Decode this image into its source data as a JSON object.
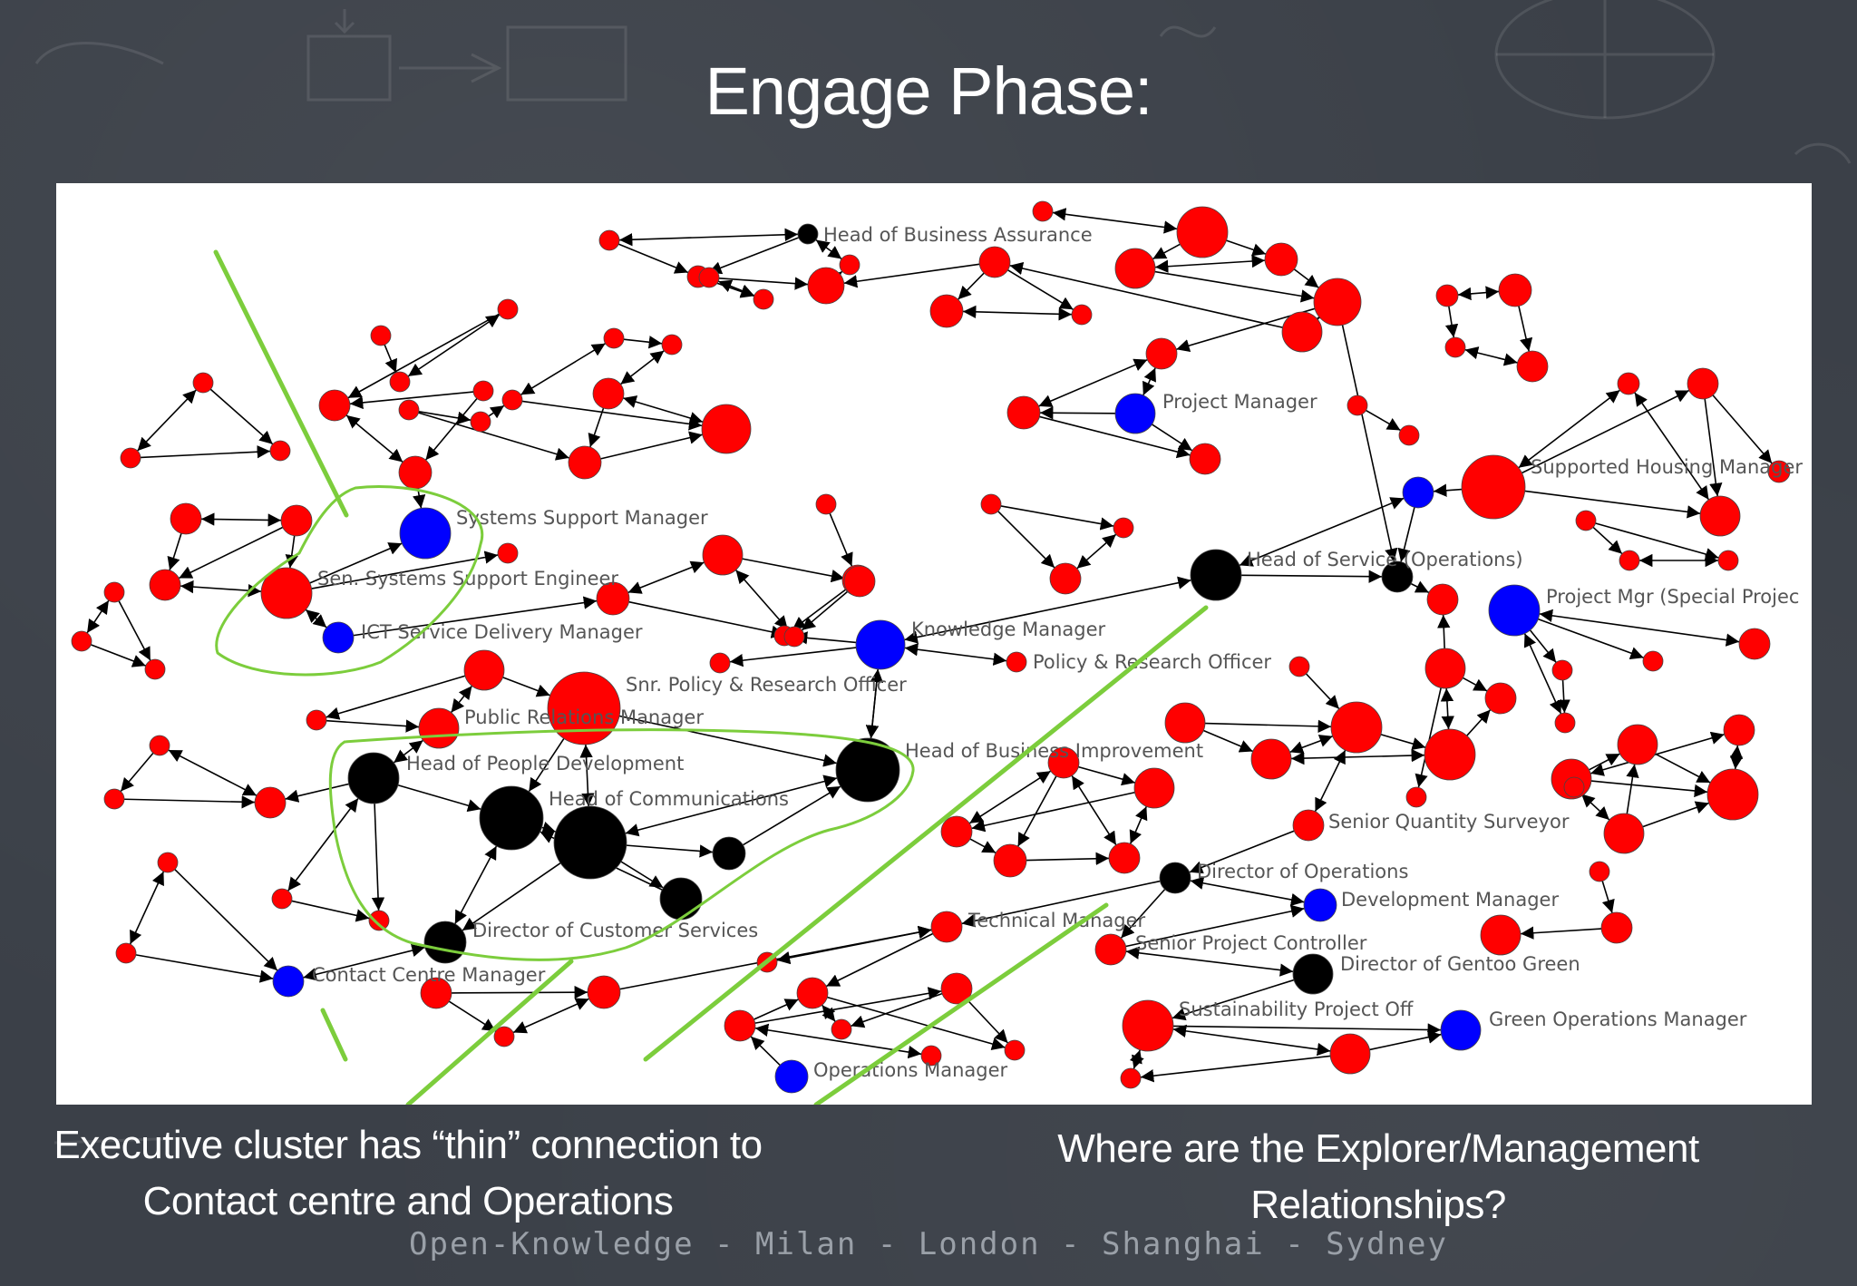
{
  "slide": {
    "title": "Engage Phase:",
    "caption_left_line1": "Executive cluster has “thin” connection to",
    "caption_left_line2": "Contact centre and Operations",
    "caption_right_line1": "Where are the Explorer/Management",
    "caption_right_line2": "Relationships?",
    "footer": "Open-Knowledge - Milan - London - Shanghai - Sydney"
  },
  "colors": {
    "background": "#3b4048",
    "panel": "#ffffff",
    "node_red": "#ff0000",
    "node_blue": "#0000ff",
    "node_black": "#000000",
    "highlight": "#7ccd3c"
  },
  "diagram": {
    "labels": [
      "Head of Business Assurance",
      "Project Manager",
      "Supported Housing Manager",
      "Systems Support Manager",
      "Sen. Systems Support Engineer",
      "ICT Service Delivery Manager",
      "Head of Service (Operations)",
      "Project Mgr (Special Projec",
      "Knowledge Manager",
      "Policy & Research Officer",
      "Snr. Policy & Research Officer",
      "Public Relations Manager",
      "Head of Business Improvement",
      "Head of People Development",
      "Head of Communications",
      "Senior Quantity Surveyor",
      "Director of Operations",
      "Development Manager",
      "Technical Manager",
      "Senior Project Controller",
      "Director of Gentoo Green",
      "Director of Customer Services",
      "Contact Centre Manager",
      "Sustainability Project  Off",
      "Green Operations Manager",
      "Operations Manager"
    ]
  }
}
